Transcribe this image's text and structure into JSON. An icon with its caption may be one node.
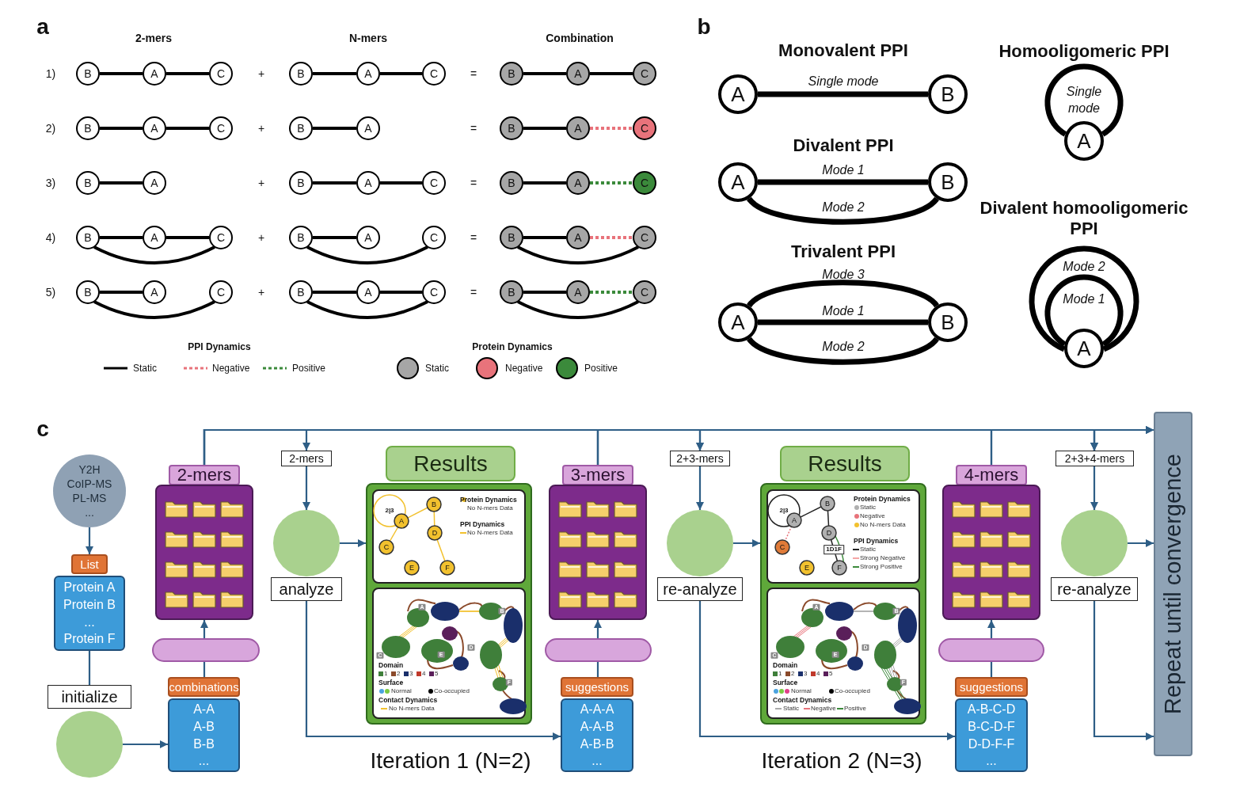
{
  "diagram": {
    "nodes": [
      {
        "text": [
          "B"
        ]
      },
      {
        "text": [
          "A"
        ]
      },
      {
        "text": [
          "C"
        ]
      },
      {
        "text": [
          "B"
        ]
      },
      {
        "text": [
          "A"
        ]
      },
      {
        "text": [
          "C"
        ]
      },
      {
        "text": [
          "B"
        ]
      },
      {
        "text": [
          "A"
        ]
      },
      {
        "text": [
          "C"
        ]
      },
      {
        "text": [
          "B"
        ]
      },
      {
        "text": [
          "A"
        ]
      },
      {
        "text": [
          "C"
        ]
      },
      {
        "text": [
          "B"
        ]
      },
      {
        "text": [
          "A"
        ]
      },
      {
        "text": [
          "B"
        ]
      },
      {
        "text": [
          "A"
        ]
      },
      {
        "text": [
          "C"
        ]
      },
      {
        "text": [
          "B"
        ]
      },
      {
        "text": [
          "A"
        ]
      },
      {
        "text": [
          "B"
        ]
      },
      {
        "text": [
          "A"
        ]
      },
      {
        "text": [
          "C"
        ]
      },
      {
        "text": [
          "B"
        ]
      },
      {
        "text": [
          "A"
        ]
      },
      {
        "text": [
          "C"
        ]
      },
      {
        "text": [
          "B"
        ]
      },
      {
        "text": [
          "A"
        ]
      },
      {
        "text": [
          "C"
        ]
      },
      {
        "text": [
          "B"
        ]
      },
      {
        "text": [
          "A"
        ]
      },
      {
        "text": [
          "C"
        ]
      },
      {
        "text": [
          "B"
        ]
      },
      {
        "text": [
          "A"
        ]
      },
      {
        "text": [
          "C"
        ]
      },
      {
        "text": [
          "B"
        ]
      },
      {
        "text": [
          "A"
        ]
      },
      {
        "text": [
          "C"
        ]
      },
      {
        "text": [
          "B"
        ]
      },
      {
        "text": [
          "A"
        ]
      },
      {
        "text": [
          "C"
        ]
      },
      {
        "text": [
          "B"
        ]
      },
      {
        "text": [
          "A"
        ]
      },
      {
        "text": [
          "C"
        ]
      },
      {
        "text": [
          "A"
        ]
      },
      {
        "text": [
          "B"
        ]
      },
      {
        "text": [
          "A"
        ]
      },
      {
        "text": [
          "A"
        ]
      },
      {
        "text": [
          "B"
        ]
      },
      {
        "text": [
          "A"
        ]
      },
      {
        "text": [
          "B"
        ]
      },
      {
        "text": [
          "A"
        ]
      },
      {
        "text": [
          "Y2H",
          "CoIP-MS",
          "PL-MS",
          "..."
        ]
      },
      {
        "text": [
          "List",
          "Protein A",
          "Protein B",
          "...",
          "Protein F"
        ]
      },
      {
        "text": [
          "initialize"
        ]
      },
      {
        "text": [],
        "shape": "circle"
      },
      {
        "text": [
          "combinations",
          "A-A",
          "A-B",
          "B-B",
          "..."
        ]
      },
      {
        "text": [],
        "shape": "box"
      },
      {
        "text": [
          "2-mers"
        ]
      },
      {
        "text": [
          "2-mers"
        ]
      },
      {
        "text": [],
        "shape": "circle"
      },
      {
        "text": [
          "analyze"
        ]
      },
      {
        "text": [
          "Results"
        ]
      },
      {
        "text": [
          "Protein Dynamics",
          "No N-mers Data",
          "PPI Dynamics",
          "No N-mers Data"
        ],
        "in": 61
      },
      {
        "text": [
          "Domain",
          "1",
          "2",
          "3",
          "4",
          "5",
          "Surface",
          "Normal",
          "Co-occupied",
          "Contact Dynamics",
          "No N-mers Data"
        ],
        "in": 61
      },
      {
        "text": [
          "suggestions",
          "A-A-A",
          "A-A-B",
          "A-B-B",
          "..."
        ]
      },
      {
        "text": [],
        "shape": "box"
      },
      {
        "text": [
          "3-mers"
        ]
      },
      {
        "text": [
          "2+3-mers"
        ]
      },
      {
        "text": [],
        "shape": "circle"
      },
      {
        "text": [
          "re-analyze"
        ]
      },
      {
        "text": [
          "Results"
        ]
      },
      {
        "text": [
          "Protein Dynamics",
          "Static",
          "Negative",
          "No N-mers Data",
          "PPI Dynamics",
          "Static",
          "Strong Negative",
          "Strong Positive"
        ],
        "in": 70
      },
      {
        "text": [
          "Domain",
          "1",
          "2",
          "3",
          "4",
          "5",
          "Surface",
          "Normal",
          "Co-occupied",
          "Contact Dynamics",
          "Static",
          "Negative",
          "Positive"
        ],
        "in": 70
      },
      {
        "text": [
          "suggestions",
          "A-B-C-D",
          "B-C-D-F",
          "D-D-F-F",
          "..."
        ]
      },
      {
        "text": [],
        "shape": "box"
      },
      {
        "text": [
          "4-mers"
        ]
      },
      {
        "text": [
          "2+3+4-mers"
        ]
      },
      {
        "text": [],
        "shape": "circle"
      },
      {
        "text": [
          "re-analyze"
        ]
      },
      {
        "text": [
          "Repeat until convergence"
        ]
      }
    ],
    "edges": [
      {
        "from": 0,
        "to": 1,
        "arrow": "none"
      },
      {
        "from": 1,
        "to": 2,
        "arrow": "none"
      },
      {
        "from": 3,
        "to": 4,
        "arrow": "none"
      },
      {
        "from": 4,
        "to": 5,
        "arrow": "none"
      },
      {
        "from": 6,
        "to": 7,
        "arrow": "none"
      },
      {
        "from": 7,
        "to": 8,
        "arrow": "none"
      },
      {
        "from": 9,
        "to": 10,
        "arrow": "none"
      },
      {
        "from": 10,
        "to": 11,
        "arrow": "none"
      },
      {
        "from": 12,
        "to": 13,
        "arrow": "none"
      },
      {
        "from": 14,
        "to": 15,
        "arrow": "none"
      },
      {
        "from": 15,
        "to": 16,
        "arrow": "none",
        "style": "dashed",
        "color": "#e8737b"
      },
      {
        "from": 17,
        "to": 18,
        "arrow": "none"
      },
      {
        "from": 19,
        "to": 20,
        "arrow": "none"
      },
      {
        "from": 20,
        "to": 21,
        "arrow": "none"
      },
      {
        "from": 22,
        "to": 23,
        "arrow": "none"
      },
      {
        "from": 23,
        "to": 24,
        "arrow": "none",
        "style": "dashed",
        "color": "#3b8a3b"
      },
      {
        "from": 25,
        "to": 26,
        "arrow": "none"
      },
      {
        "from": 26,
        "to": 27,
        "arrow": "none"
      },
      {
        "from": 25,
        "to": 27,
        "arrow": "none"
      },
      {
        "from": 28,
        "to": 29,
        "arrow": "none"
      },
      {
        "from": 28,
        "to": 30,
        "arrow": "none"
      },
      {
        "from": 31,
        "to": 32,
        "arrow": "none"
      },
      {
        "from": 32,
        "to": 33,
        "arrow": "none",
        "style": "dashed",
        "color": "#e8737b"
      },
      {
        "from": 31,
        "to": 33,
        "arrow": "none"
      },
      {
        "from": 34,
        "to": 35,
        "arrow": "none"
      },
      {
        "from": 34,
        "to": 36,
        "arrow": "none"
      },
      {
        "from": 37,
        "to": 38,
        "arrow": "none"
      },
      {
        "from": 38,
        "to": 39,
        "arrow": "none"
      },
      {
        "from": 37,
        "to": 39,
        "arrow": "none"
      },
      {
        "from": 40,
        "to": 41,
        "arrow": "none"
      },
      {
        "from": 41,
        "to": 42,
        "arrow": "none",
        "style": "dashed",
        "color": "#3b8a3b"
      },
      {
        "from": 40,
        "to": 42,
        "arrow": "none"
      },
      {
        "from": 43,
        "to": 44,
        "arrow": "none",
        "label": "Single mode"
      },
      {
        "from": 45,
        "to": 45,
        "arrow": "none",
        "label": "Single mode"
      },
      {
        "from": 46,
        "to": 47,
        "arrow": "none",
        "label": "Mode 1"
      },
      {
        "from": 46,
        "to": 47,
        "arrow": "none",
        "label": "Mode 2"
      },
      {
        "from": 48,
        "to": 49,
        "arrow": "none",
        "label": "Mode 3"
      },
      {
        "from": 48,
        "to": 49,
        "arrow": "none",
        "label": "Mode 1"
      },
      {
        "from": 48,
        "to": 49,
        "arrow": "none",
        "label": "Mode 2"
      },
      {
        "from": 50,
        "to": 50,
        "arrow": "none",
        "label": "Mode 2"
      },
      {
        "from": 50,
        "to": 50,
        "arrow": "none",
        "label": "Mode 1"
      },
      {
        "from": 51,
        "to": 52,
        "arrow": "to",
        "color": "#2e5e86"
      },
      {
        "from": 52,
        "to": 53,
        "arrow": "none",
        "color": "#2e5e86"
      },
      {
        "from": 54,
        "to": 55,
        "arrow": "to",
        "color": "#2e5e86"
      },
      {
        "from": 55,
        "to": 56,
        "arrow": "none",
        "color": "#2e5e86"
      },
      {
        "from": 56,
        "to": 57,
        "arrow": "to",
        "color": "#2e5e86"
      },
      {
        "from": 57,
        "to": 58,
        "arrow": "to",
        "color": "#2e5e86"
      },
      {
        "from": 58,
        "to": 59,
        "arrow": "to",
        "color": "#2e5e86"
      },
      {
        "from": 59,
        "to": 61,
        "arrow": "to",
        "color": "#2e5e86"
      },
      {
        "from": 60,
        "to": 64,
        "arrow": "to",
        "color": "#2e5e86"
      },
      {
        "from": 64,
        "to": 65,
        "arrow": "none",
        "color": "#2e5e86"
      },
      {
        "from": 65,
        "to": 66,
        "arrow": "to",
        "color": "#2e5e86"
      },
      {
        "from": 57,
        "to": 67,
        "arrow": "to",
        "color": "#2e5e86"
      },
      {
        "from": 66,
        "to": 67,
        "arrow": "to",
        "color": "#2e5e86"
      },
      {
        "from": 67,
        "to": 68,
        "arrow": "to",
        "color": "#2e5e86"
      },
      {
        "from": 68,
        "to": 70,
        "arrow": "to",
        "color": "#2e5e86"
      },
      {
        "from": 69,
        "to": 73,
        "arrow": "to",
        "color": "#2e5e86"
      },
      {
        "from": 73,
        "to": 74,
        "arrow": "none",
        "color": "#2e5e86"
      },
      {
        "from": 74,
        "to": 75,
        "arrow": "to",
        "color": "#2e5e86"
      },
      {
        "from": 57,
        "to": 76,
        "arrow": "to",
        "color": "#2e5e86"
      },
      {
        "from": 66,
        "to": 76,
        "arrow": "to",
        "color": "#2e5e86"
      },
      {
        "from": 75,
        "to": 76,
        "arrow": "to",
        "color": "#2e5e86"
      },
      {
        "from": 76,
        "to": 77,
        "arrow": "to",
        "color": "#2e5e86"
      },
      {
        "from": 77,
        "to": 79,
        "arrow": "to",
        "color": "#2e5e86"
      },
      {
        "from": 78,
        "to": 79,
        "arrow": "to",
        "color": "#2e5e86"
      },
      {
        "from": 57,
        "to": 79,
        "arrow": "to",
        "color": "#2e5e86"
      },
      {
        "from": 66,
        "to": 79,
        "arrow": "to",
        "color": "#2e5e86"
      },
      {
        "from": 75,
        "to": 79,
        "arrow": "to",
        "color": "#2e5e86"
      }
    ],
    "labels": [
      "a",
      "2-mers",
      "N-mers",
      "Combination",
      "1)",
      "+",
      "=",
      "2)",
      "+",
      "=",
      "3)",
      "+",
      "=",
      "4)",
      "+",
      "=",
      "5)",
      "+",
      "=",
      "PPI Dynamics",
      "Protein Dynamics",
      "b",
      "Monovalent PPI",
      "Homooligomeric PPI",
      "Divalent PPI",
      "Divalent homooligomeric PPI",
      "Trivalent PPI",
      "c",
      "2|3",
      "A",
      "B",
      "C",
      "D",
      "E",
      "F",
      "A",
      "B",
      "C",
      "D",
      "E",
      "F",
      "2|3",
      "A",
      "B",
      "C",
      "D",
      "E",
      "F",
      "1D1F",
      "A",
      "B",
      "C",
      "D",
      "E",
      "F",
      "Iteration 1 (N=2)",
      "Iteration 2 (N=3)"
    ],
    "legend": [
      {
        "text": "Static"
      },
      {
        "text": "Negative"
      },
      {
        "text": "Positive"
      },
      {
        "text": "Static",
        "color": "#a6a6a6"
      },
      {
        "text": "Negative",
        "color": "#e8737b"
      },
      {
        "text": "Positive",
        "color": "#3b8a3b"
      }
    ]
  }
}
